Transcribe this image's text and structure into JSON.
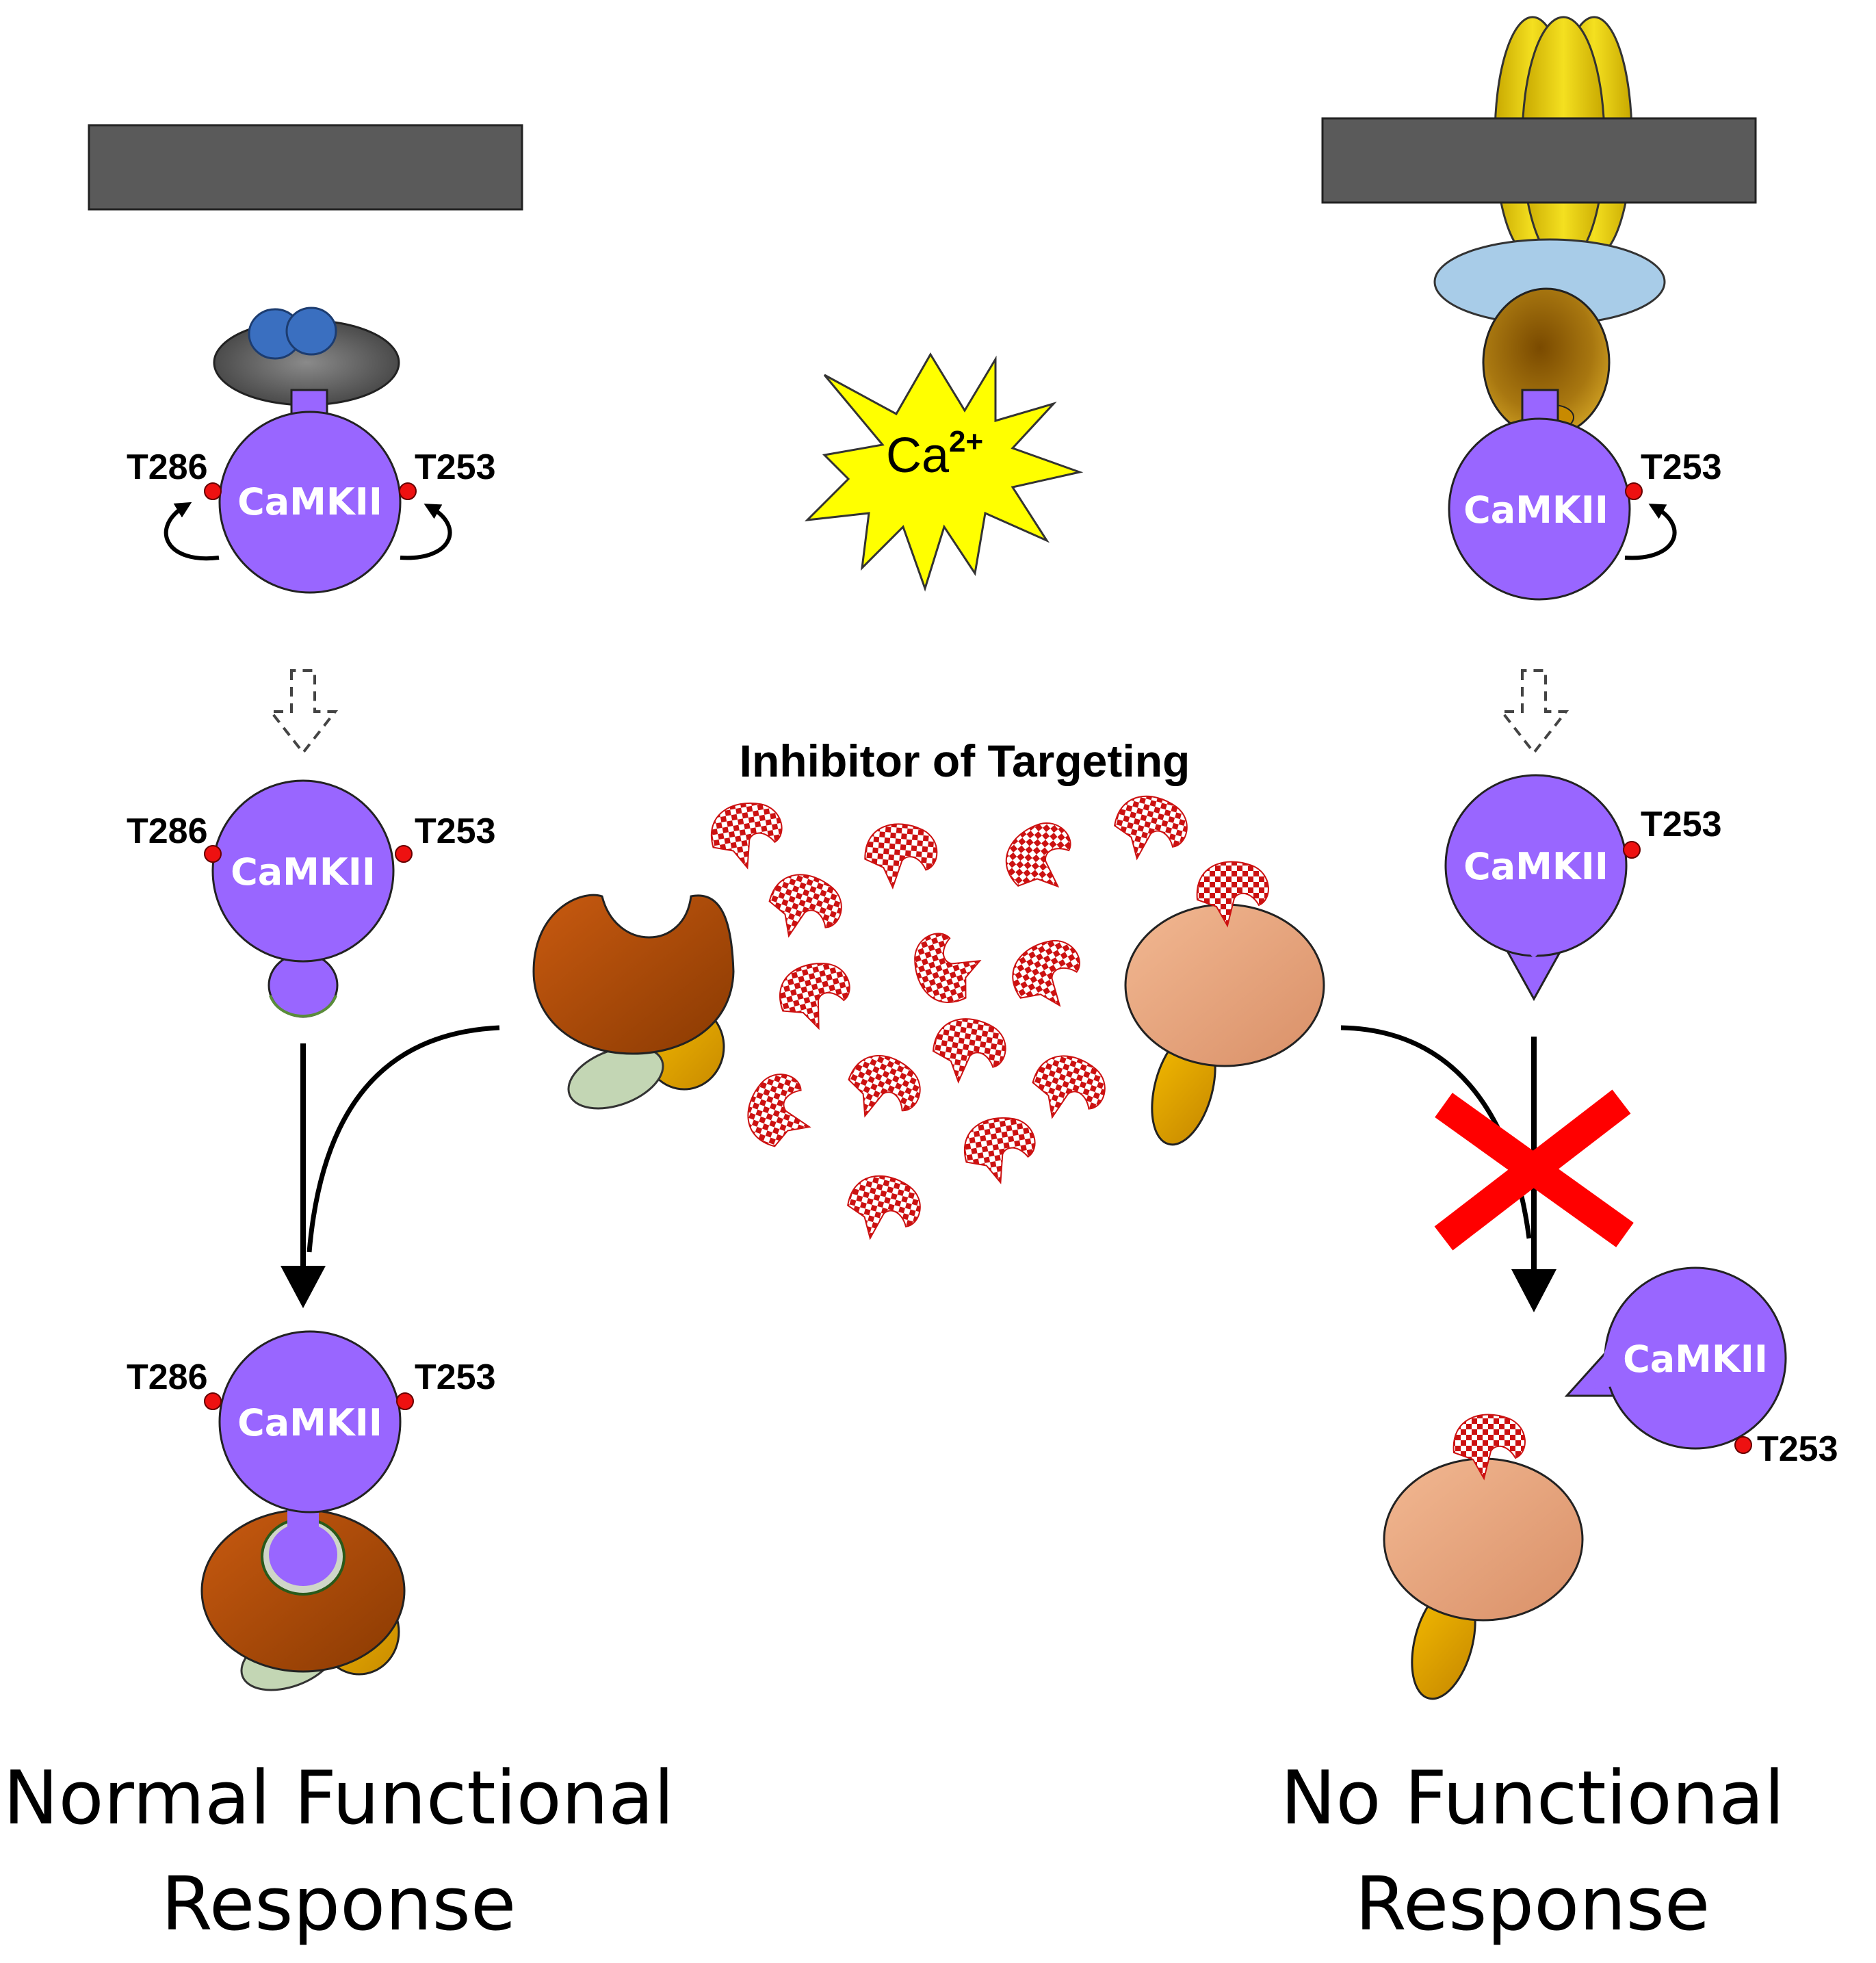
{
  "colors": {
    "membrane": "#5a5a5a",
    "camkii": "#9966ff",
    "phospho_site": "#ee1111",
    "anchor_dark_orange": "#b8500a",
    "anchor_light": "#e4a27a",
    "channel_yellow": "#e8d000",
    "beta_subunit": "#a8cce8",
    "cross": "#ff0000",
    "inhibitor": "#cc1111",
    "calmodulin_blue": "#3a6fc0",
    "starburst": "#ffff00"
  },
  "left": {
    "top": {
      "camkii_label": "CaMKII",
      "site_left": "T286",
      "site_right": "T253"
    },
    "middle": {
      "camkii_label": "CaMKII",
      "site_left": "T286",
      "site_right": "T253"
    },
    "bottom": {
      "camkii_label": "CaMKII",
      "site_left": "T286",
      "site_right": "T253"
    },
    "caption_line1": "Normal Functional",
    "caption_line2": "Response"
  },
  "center": {
    "calcium_label": "Ca",
    "calcium_superscript": "2+",
    "inhibitor_label": "Inhibitor of Targeting"
  },
  "right": {
    "top": {
      "camkii_label": "CaMKII",
      "site_right": "T253"
    },
    "middle": {
      "camkii_label": "CaMKII",
      "site_right": "T253"
    },
    "bottom": {
      "camkii_label": "CaMKII",
      "site_right": "T253"
    },
    "caption_line1": "No Functional",
    "caption_line2": "Response"
  },
  "icons": {
    "blocked_pathway": "red-x-icon",
    "calcium_signal": "starburst-icon",
    "inhibitor_peptide": "checkered-peptide-icon"
  }
}
